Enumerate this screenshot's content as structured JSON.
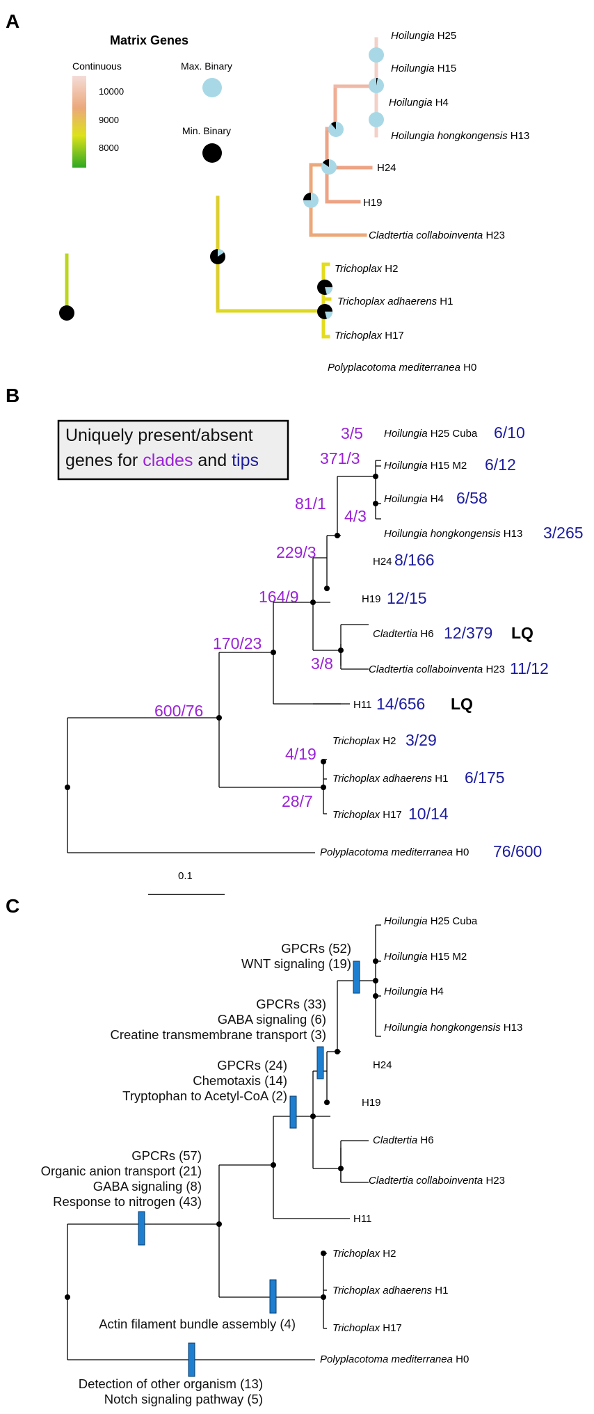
{
  "panels": {
    "a_label": "A",
    "b_label": "B",
    "c_label": "C"
  },
  "colors": {
    "max_binary": "#a8d8e6",
    "min_binary": "#000000",
    "continuous_high": "#f4d9d6",
    "continuous_mid": "#eba87a",
    "continuous_low_mid": "#dde21a",
    "continuous_low": "#2ea822",
    "clade_text": "#9a22d6",
    "tip_text": "#1c1c9e",
    "func_bar": "#1e7fd0"
  },
  "panel_a": {
    "legend_title": "Matrix Genes",
    "continuous_label": "Continuous",
    "ticks": [
      "10000",
      "9000",
      "8000"
    ],
    "max_binary_label": "Max. Binary",
    "min_binary_label": "Min. Binary",
    "tips": [
      {
        "italic": "Hoilungia",
        "rest": " H25"
      },
      {
        "italic": "Hoilungia",
        "rest": " H15"
      },
      {
        "italic": "Hoilungia",
        "rest": " H4"
      },
      {
        "italic": "Hoilungia hongkongensis",
        "rest": " H13"
      },
      {
        "italic": "",
        "rest": "H24"
      },
      {
        "italic": "",
        "rest": "H19"
      },
      {
        "italic": "Cladtertia collaboinventa",
        "rest": " H23"
      },
      {
        "italic": "Trichoplax",
        "rest": " H2"
      },
      {
        "italic": "Trichoplax adhaerens",
        "rest": " H1"
      },
      {
        "italic": "Trichoplax",
        "rest": " H17"
      },
      {
        "italic": "Polyplacotoma mediterranea",
        "rest": " H0"
      }
    ]
  },
  "panel_b": {
    "box_line1": "Uniquely present/absent",
    "box_line2_pre": "genes for ",
    "box_line2_clades": "clades",
    "box_line2_mid": " and ",
    "box_line2_tips": "tips",
    "clade_counts": [
      "600/76",
      "170/23",
      "164/9",
      "229/3",
      "81/1",
      "371/3",
      "3/5",
      "4/3",
      "3/8",
      "4/19",
      "28/7"
    ],
    "tips": [
      {
        "italic": "Hoilungia",
        "rest": " H25 Cuba",
        "count": "6/10",
        "lq": ""
      },
      {
        "italic": "Hoilungia",
        "rest": " H15 M2",
        "count": "6/12",
        "lq": ""
      },
      {
        "italic": "Hoilungia",
        "rest": " H4",
        "count": "6/58",
        "lq": ""
      },
      {
        "italic": "Hoilungia hongkongensis",
        "rest": " H13",
        "count": "3/265",
        "lq": ""
      },
      {
        "italic": "",
        "rest": "H24",
        "count": "8/166",
        "lq": ""
      },
      {
        "italic": "",
        "rest": "H19",
        "count": "12/15",
        "lq": ""
      },
      {
        "italic": "Cladtertia",
        "rest": " H6",
        "count": "12/379",
        "lq": "LQ"
      },
      {
        "italic": "Cladtertia collaboinventa",
        "rest": " H23",
        "count": "11/12",
        "lq": ""
      },
      {
        "italic": "",
        "rest": "H11",
        "count": "14/656",
        "lq": "LQ"
      },
      {
        "italic": "Trichoplax",
        "rest": " H2",
        "count": "3/29",
        "lq": ""
      },
      {
        "italic": "Trichoplax adhaerens",
        "rest": " H1",
        "count": "6/175",
        "lq": ""
      },
      {
        "italic": "Trichoplax",
        "rest": " H17",
        "count": "10/14",
        "lq": ""
      },
      {
        "italic": "Polyplacotoma mediterranea",
        "rest": " H0",
        "count": "76/600",
        "lq": ""
      }
    ],
    "scale_label": "0.1"
  },
  "panel_c": {
    "tips": [
      {
        "italic": "Hoilungia",
        "rest": " H25 Cuba"
      },
      {
        "italic": "Hoilungia",
        "rest": " H15 M2"
      },
      {
        "italic": "Hoilungia",
        "rest": " H4"
      },
      {
        "italic": "Hoilungia hongkongensis",
        "rest": " H13"
      },
      {
        "italic": "",
        "rest": "H24"
      },
      {
        "italic": "",
        "rest": "H19"
      },
      {
        "italic": "Cladtertia",
        "rest": " H6"
      },
      {
        "italic": "Cladtertia collaboinventa",
        "rest": " H23"
      },
      {
        "italic": "",
        "rest": "H11"
      },
      {
        "italic": "Trichoplax",
        "rest": " H2"
      },
      {
        "italic": "Trichoplax adhaerens",
        "rest": " H1"
      },
      {
        "italic": "Trichoplax",
        "rest": " H17"
      },
      {
        "italic": "Polyplacotoma mediterranea",
        "rest": " H0"
      }
    ],
    "annotations": [
      {
        "lines": [
          "GPCRs (52)",
          "WNT signaling (19)"
        ]
      },
      {
        "lines": [
          "GPCRs (33)",
          "GABA signaling (6)",
          "Creatine transmembrane transport (3)"
        ]
      },
      {
        "lines": [
          "GPCRs (24)",
          "Chemotaxis (14)",
          "Tryptophan to Acetyl-CoA (2)"
        ]
      },
      {
        "lines": [
          "GPCRs (57)",
          "Organic anion transport (21)",
          "GABA signaling (8)",
          "Response to nitrogen (43)"
        ]
      },
      {
        "lines": [
          "Actin filament bundle assembly (4)"
        ]
      },
      {
        "lines": [
          "Detection of other organism (13)",
          "Notch signaling pathway (5)"
        ]
      }
    ]
  }
}
